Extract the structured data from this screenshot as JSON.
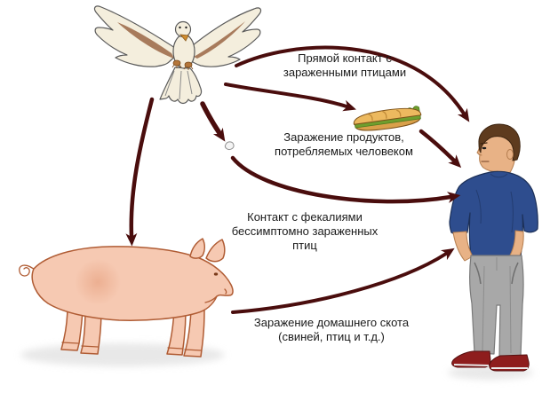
{
  "labels": {
    "direct_contact": "Прямой контакт с зараженными птицами",
    "food_contamination": "Заражение продуктов, потребляемых человеком",
    "feces_contact": "Контакт с фекалиями бессимптомно зараженных птиц",
    "livestock_infection": "Заражение домашнего скота (свиней, птиц и т.д.)"
  },
  "entities": {
    "bird": "dove-icon",
    "livestock": "pig-icon",
    "human": "man-figure",
    "food": "sandwich-icon",
    "droppings": "droppings-icon"
  },
  "colors": {
    "background": "#ffffff",
    "text": "#1a1a1a",
    "arrow": "#4a0d0d",
    "pig_body": "#f6c9b2",
    "pig_outline": "#b05c34",
    "dove_body": "#f4eedd",
    "dove_wing_patch": "#a06e4e",
    "skin": "#e8b286",
    "hair": "#5e3b1e",
    "shirt": "#2e4d8e",
    "pants": "#a8a8a8",
    "shoes": "#8e1d1d",
    "bread": "#ecb95f",
    "lettuce": "#6f9e2e"
  }
}
